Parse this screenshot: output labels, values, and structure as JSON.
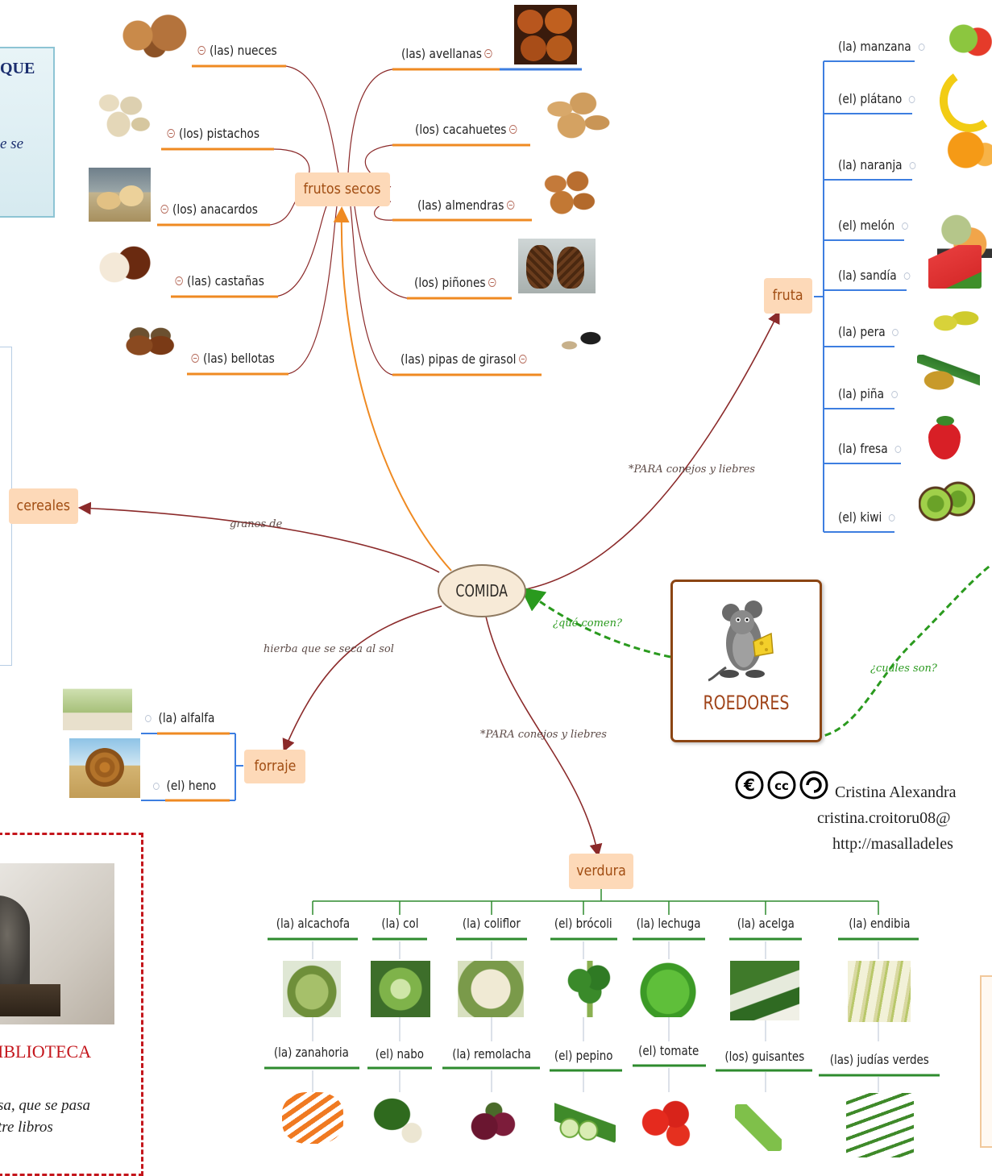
{
  "central": "COMIDA",
  "topics": {
    "frutos_secos": "frutos secos",
    "fruta": "fruta",
    "cereales": "cereales",
    "forraje": "forraje",
    "verdura": "verdura",
    "roedores": "ROEDORES"
  },
  "link_labels": {
    "granos": "granos de",
    "hierba": "hierba que se seca al sol",
    "para_fruta": "*PARA conejos y liebres",
    "para_verdura": "*PARA conejos y liebres",
    "que_comen": "¿qué comen?",
    "cuales_son": "¿cuáles son?"
  },
  "frutos_secos_left": [
    "(las) nueces",
    "(los) pistachos",
    "(los) anacardos",
    "(las) castañas",
    "(las) bellotas"
  ],
  "frutos_secos_right": [
    "(las) avellanas",
    "(los) cacahuetes",
    "(las) almendras",
    "(los) piñones",
    "(las) pipas de girasol"
  ],
  "fruta_items": [
    "(la) manzana",
    "(el) plátano",
    "(la) naranja",
    "(el) melón",
    "(la) sandía",
    "(la) pera",
    "(la) piña",
    "(la) fresa",
    "(el) kiwi"
  ],
  "forraje_items": [
    "(la) alfalfa",
    "(el) heno"
  ],
  "verdura_row1": [
    "(la) alcachofa",
    "(la) col",
    "(la) coliflor",
    "(el) brócoli",
    "(la) lechuga",
    "(la) acelga",
    "(la) endibia"
  ],
  "verdura_row2": [
    "(la) zanahoria",
    "(el) nabo",
    "(la) remolacha",
    "(el) pepino",
    "(el) tomate",
    "(los) guisantes",
    "(las) judías verdes"
  ],
  "left_box": {
    "title_fragment": "QUE",
    "text_fragment": "e se"
  },
  "bottom_box": {
    "title_fragment": "IBLIOTECA",
    "line1": "sa, que se pasa",
    "line2": "tre libros"
  },
  "credits": {
    "name": "Cristina Alexandra",
    "email": "cristina.croitoru08@",
    "url": "http://masalladeles"
  },
  "colors": {
    "topic_bg": "#fdd9b8",
    "topic_text": "#a14d12",
    "link_dark": "#8b2a2a",
    "link_orange": "#ef8a22",
    "link_green": "#2a9a1e",
    "underline_orange": "#ef8a22",
    "underline_blue": "#3d7ee0",
    "underline_green": "#2e8b2e"
  }
}
